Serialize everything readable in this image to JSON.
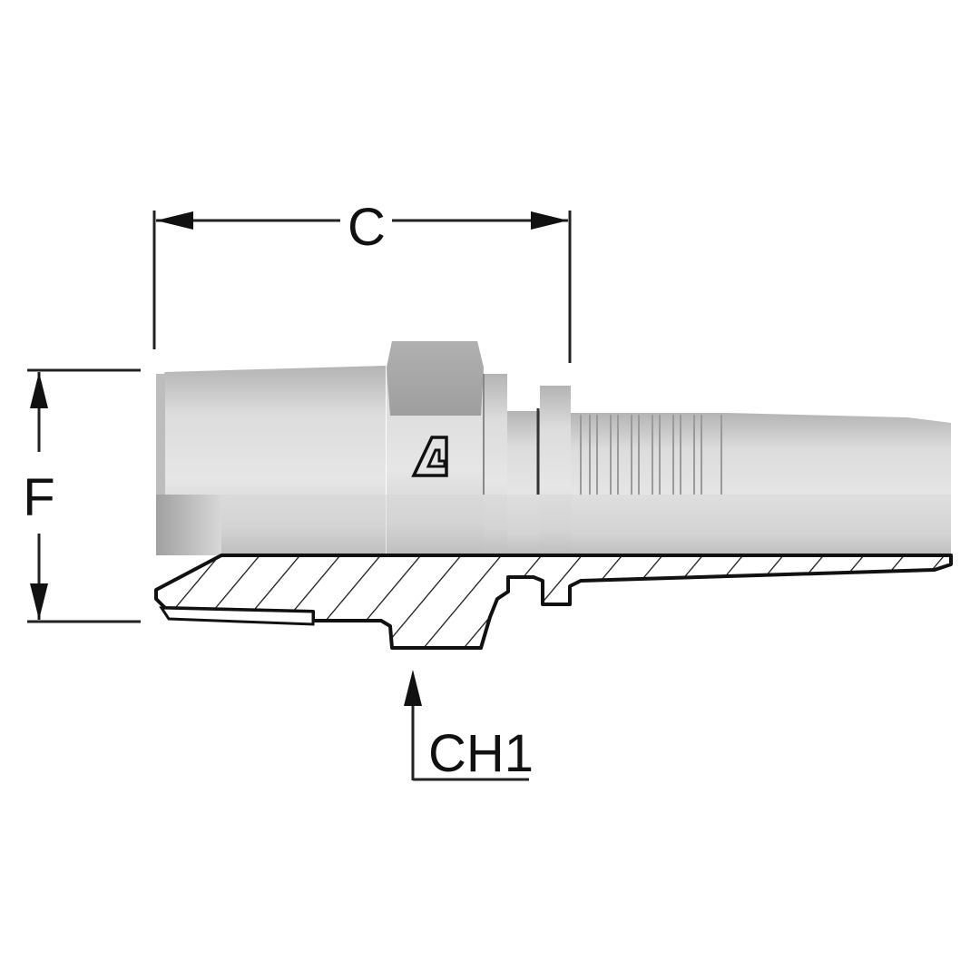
{
  "diagram": {
    "type": "technical-drawing",
    "subject": "hydraulic hose fitting, male straight, half section view",
    "dimensions": {
      "length": {
        "label": "C"
      },
      "thread_diameter": {
        "label": "F"
      },
      "hex_wrench": {
        "label": "CH1"
      }
    },
    "logo": {
      "icon": "brand-logo-icon"
    },
    "colors": {
      "background": "#ffffff",
      "line": "#111111",
      "body_light": "#e2e2e2",
      "body_mid": "#c8c8c8",
      "body_dark": "#9a9a9a",
      "hex_top": "#a8a8a8",
      "hatch_fill": "#ffffff"
    }
  }
}
